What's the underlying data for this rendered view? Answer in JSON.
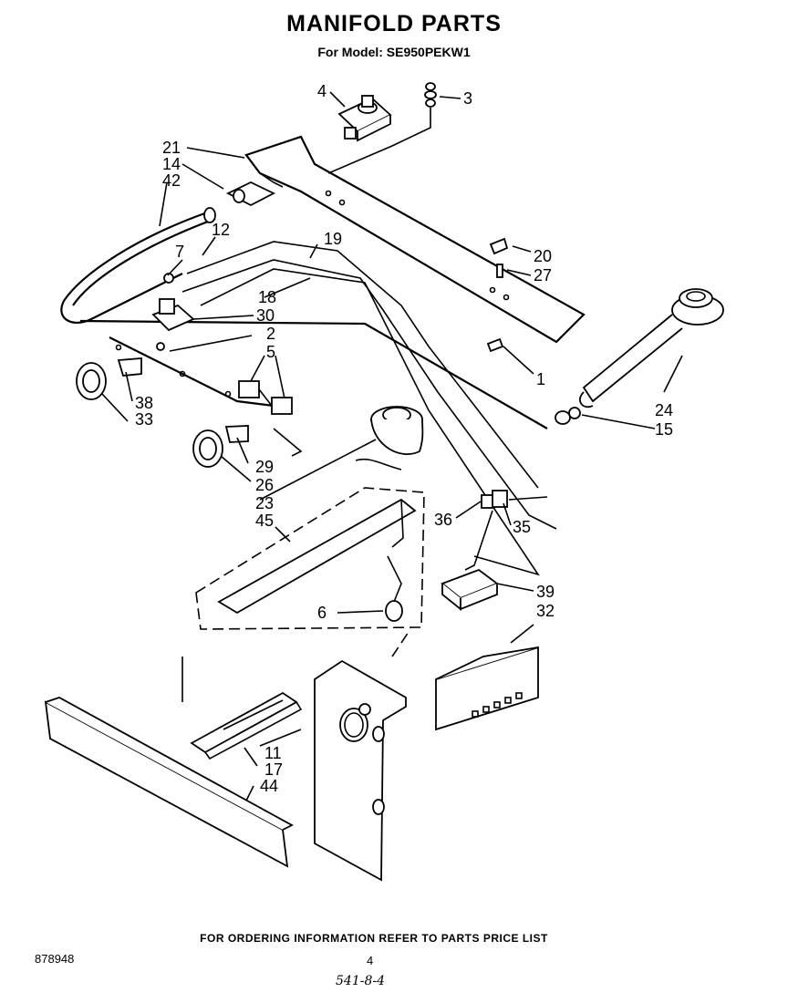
{
  "header": {
    "title": "MANIFOLD PARTS",
    "subtitle": "For Model: SE950PEKW1"
  },
  "footer": {
    "ordering_note": "FOR ORDERING INFORMATION REFER TO PARTS PRICE LIST",
    "doc_number": "878948",
    "page_number": "4",
    "handwritten_code": "541-8-4"
  },
  "callouts": {
    "c1": "1",
    "c2": "2",
    "c3": "3",
    "c4": "4",
    "c5": "5",
    "c6": "6",
    "c7": "7",
    "c11": "11",
    "c12": "12",
    "c14": "14",
    "c15": "15",
    "c17": "17",
    "c18": "18",
    "c19": "19",
    "c20": "20",
    "c21": "21",
    "c23": "23",
    "c24": "24",
    "c26": "26",
    "c27": "27",
    "c29": "29",
    "c30": "30",
    "c32": "32",
    "c33": "33",
    "c35": "35",
    "c36": "36",
    "c38": "38",
    "c39": "39",
    "c42": "42",
    "c44": "44",
    "c45": "45"
  }
}
